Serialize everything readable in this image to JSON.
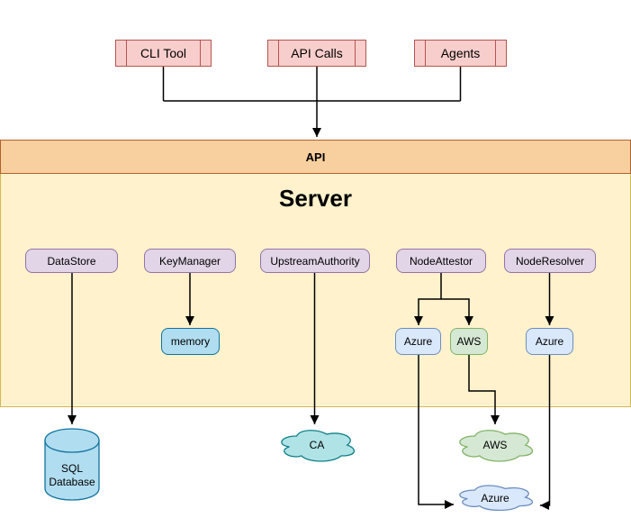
{
  "top_nodes": [
    {
      "label": "CLI Tool"
    },
    {
      "label": "API Calls"
    },
    {
      "label": "Agents"
    }
  ],
  "api_bar": {
    "label": "API"
  },
  "server": {
    "title": "Server"
  },
  "plugins": [
    {
      "label": "DataStore"
    },
    {
      "label": "KeyManager"
    },
    {
      "label": "UpstreamAuthority"
    },
    {
      "label": "NodeAttestor"
    },
    {
      "label": "NodeResolver"
    }
  ],
  "implementations": [
    {
      "label": "memory"
    },
    {
      "label": "Azure"
    },
    {
      "label": "AWS"
    },
    {
      "label": "Azure"
    }
  ],
  "externals": {
    "database": {
      "label": "SQL\nDatabase"
    },
    "ca_cloud": {
      "label": "CA"
    },
    "aws_cloud": {
      "label": "AWS"
    },
    "azure_cloud": {
      "label": "Azure"
    }
  },
  "colors": {
    "process_fill": "#f8cecc",
    "process_stroke": "#b85450",
    "api_fill": "#f8cf9e",
    "api_stroke": "#b0622d",
    "server_fill": "#fff2cc",
    "server_stroke": "#d6b656",
    "plugin_fill": "#e1d5e7",
    "plugin_stroke": "#9673a6",
    "cyan_fill": "#b1ddf0",
    "cyan_stroke": "#10739e",
    "blue_fill": "#dae8fc",
    "blue_stroke": "#6c8ebf",
    "green_fill": "#d5e8d4",
    "green_stroke": "#82b366",
    "teal_fill": "#b0e3e6",
    "teal_stroke": "#0e8088",
    "connector": "#000000"
  }
}
